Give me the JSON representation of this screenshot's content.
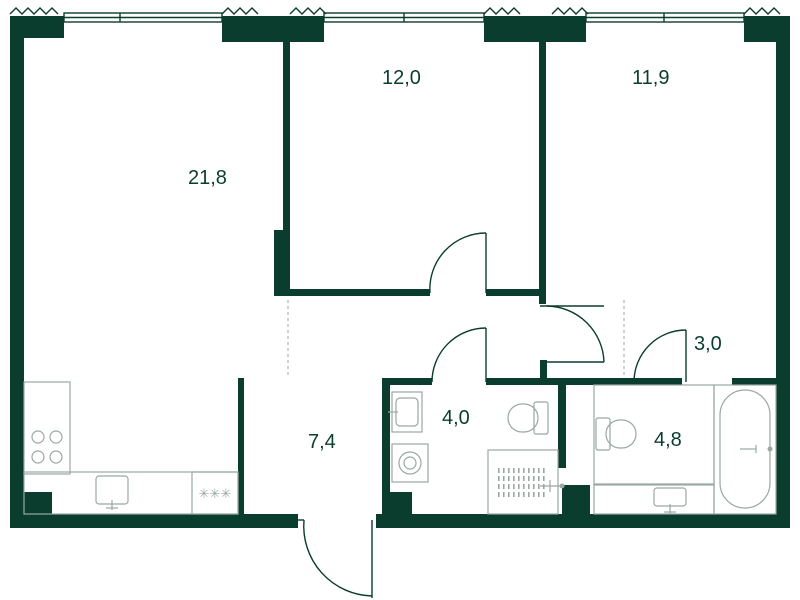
{
  "colors": {
    "wall": "#0b3d2e",
    "fixture": "#9aa8a2",
    "background": "#ffffff"
  },
  "rooms": [
    {
      "key": "living",
      "area": "21,8"
    },
    {
      "key": "bedroom_1",
      "area": "12,0"
    },
    {
      "key": "bedroom_2",
      "area": "11,9"
    },
    {
      "key": "hall",
      "area": "7,4"
    },
    {
      "key": "bathroom_1",
      "area": "4,0"
    },
    {
      "key": "storage",
      "area": "3,0"
    },
    {
      "key": "bathroom_2",
      "area": "4,8"
    }
  ],
  "icons": [
    "cooktop-icon",
    "kitchen-sink-icon",
    "gas-burner-icon",
    "washbasin-icon",
    "toilet-icon",
    "washing-machine-icon",
    "shower-tray-icon",
    "bathtub-icon",
    "window-icon",
    "door-icon"
  ]
}
